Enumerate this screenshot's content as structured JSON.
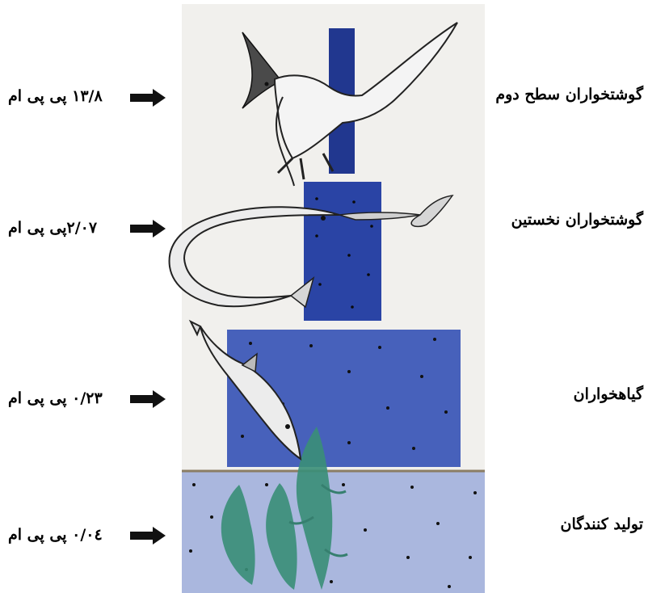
{
  "levels": [
    {
      "name": "گوشتخواران سطح دوم",
      "value": "۱۳/۸ پی پی ام",
      "color": "#21378f"
    },
    {
      "name": "گوشتخواران نخستین",
      "value": "۲/۰۷پی پی ام",
      "color": "#2a44a5"
    },
    {
      "name": "گیاهخواران",
      "value": "۰/۲۳ پی پی ام",
      "color": "#4761bb"
    },
    {
      "name": "تولید کنندگان",
      "value": "۰/۰٤ پی پی ام",
      "color": "#aab7de"
    }
  ],
  "organisms": {
    "top": "eagle-illustration",
    "secondary": "predator-fish-illustration",
    "herbivore": "small-fish-illustration",
    "producer": "aquatic-plant-illustration"
  }
}
